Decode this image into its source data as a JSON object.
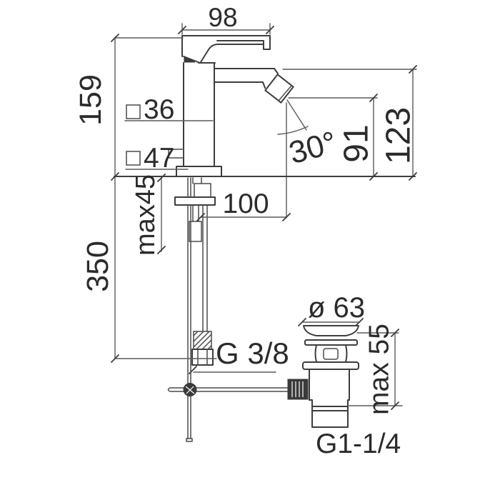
{
  "drawing": {
    "title": "Bidet mixer dimensional technical drawing",
    "units": "mm",
    "icons": {
      "square_symbol": "□",
      "diameter_symbol": "ø"
    },
    "labels": {
      "spout_top_width": "98",
      "height_deck_to_top": "159",
      "body_section": "36",
      "base_section": "47",
      "spray_angle": "30°",
      "aerator_height": "91",
      "total_height": "123",
      "max_mounting_thickness": "max45",
      "spout_projection": "100",
      "hose_length": "350",
      "supply_connection": "G 3/8",
      "waste_flange_diameter": "ø 63",
      "waste_max_thickness": "max 55",
      "waste_connection": "G1-1/4"
    }
  }
}
